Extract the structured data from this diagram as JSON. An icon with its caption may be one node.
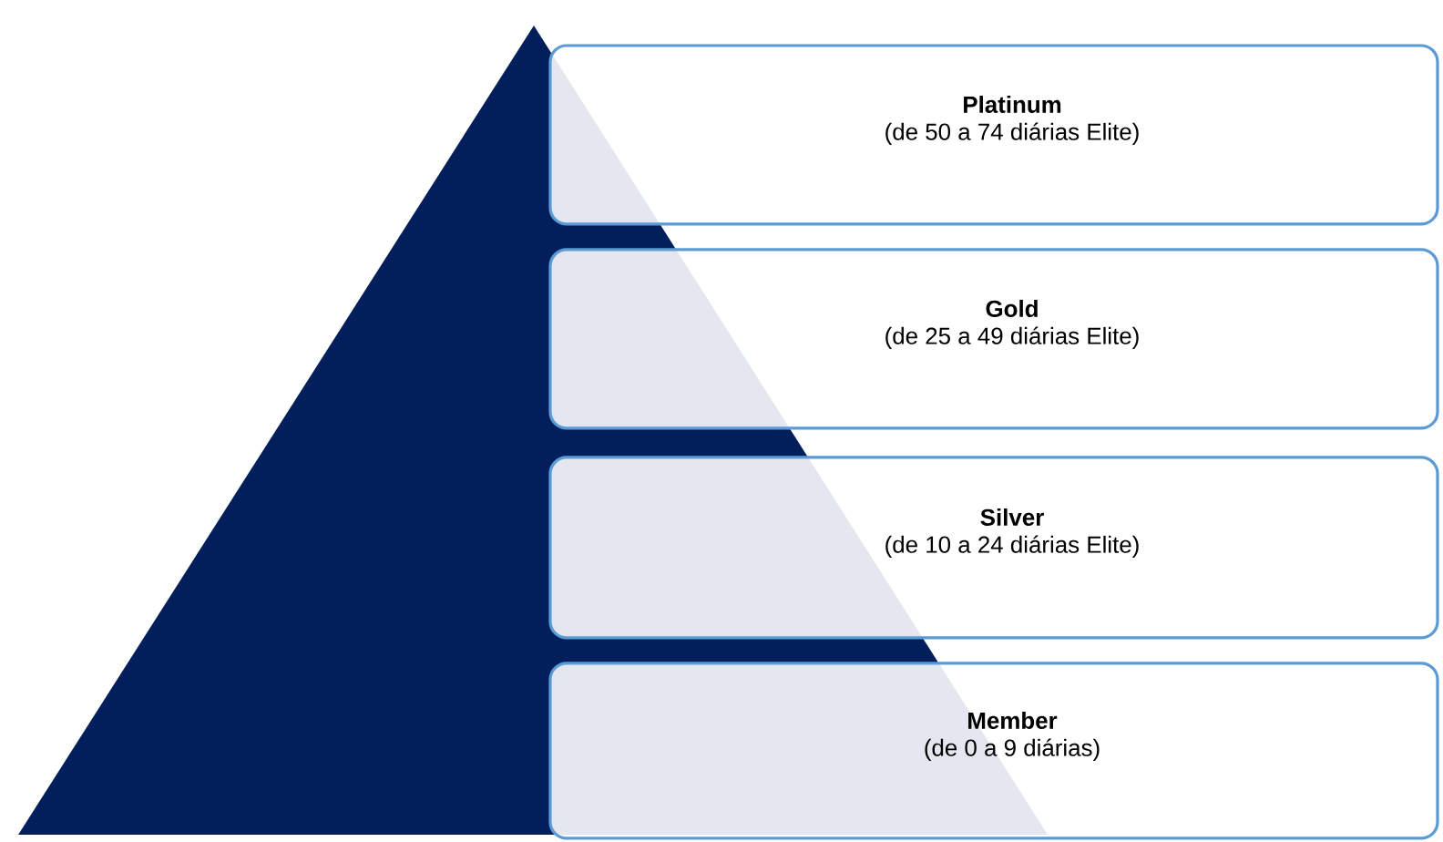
{
  "diagram": {
    "nodes": [
      {
        "text": [
          "Platinum",
          "(de 50 a 74 diárias Elite)"
        ]
      },
      {
        "text": [
          "Gold",
          "(de 25 a 49 diárias Elite)"
        ]
      },
      {
        "text": [
          "Silver",
          "(de 10 a 24 diárias Elite)"
        ]
      },
      {
        "text": [
          "Member",
          "(de 0 a 9 diárias)"
        ]
      }
    ]
  }
}
